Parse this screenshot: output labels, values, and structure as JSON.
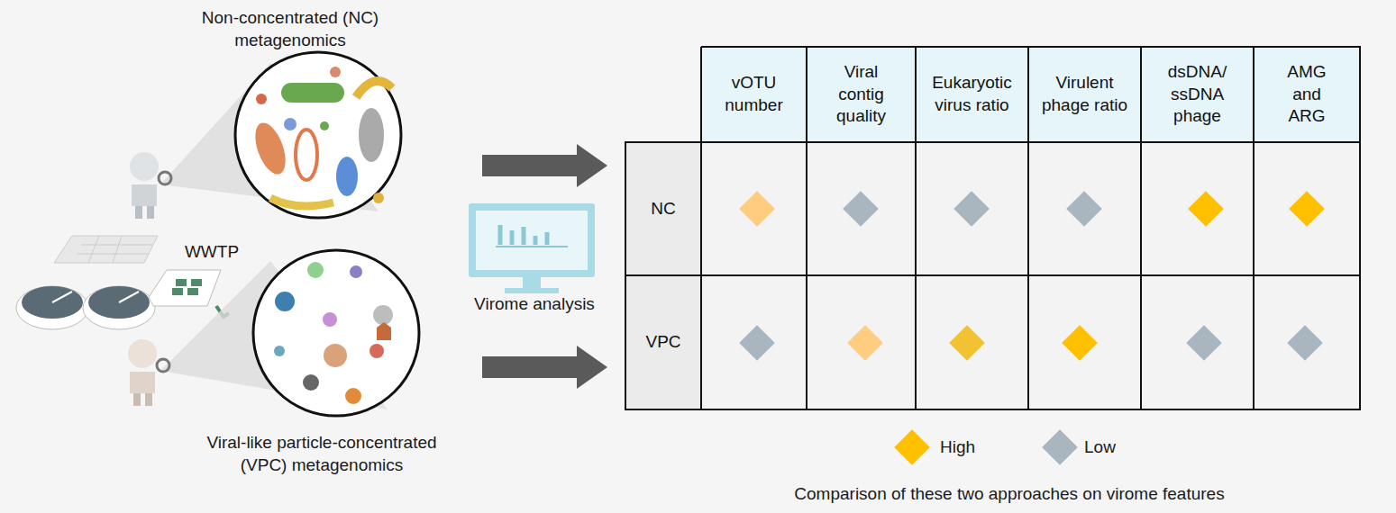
{
  "diagram": {
    "caption": "Comparison of these two approaches on virome features",
    "labels": [
      "Non-concentrated (NC) metagenomics",
      "WWTP",
      "Virome analysis",
      "Viral-like particle-concentrated (VPC) metagenomics",
      "vOTU number",
      "Viral contig quality",
      "Eukaryotic virus ratio",
      "Virulent phage ratio",
      "dsDNA/ ssDNA phage",
      "AMG and ARG",
      "NC",
      "VPC"
    ],
    "legend": [
      {
        "text": "High",
        "color": "#ffc000"
      },
      {
        "text": "Low",
        "color": "#a9b6bf"
      }
    ]
  }
}
